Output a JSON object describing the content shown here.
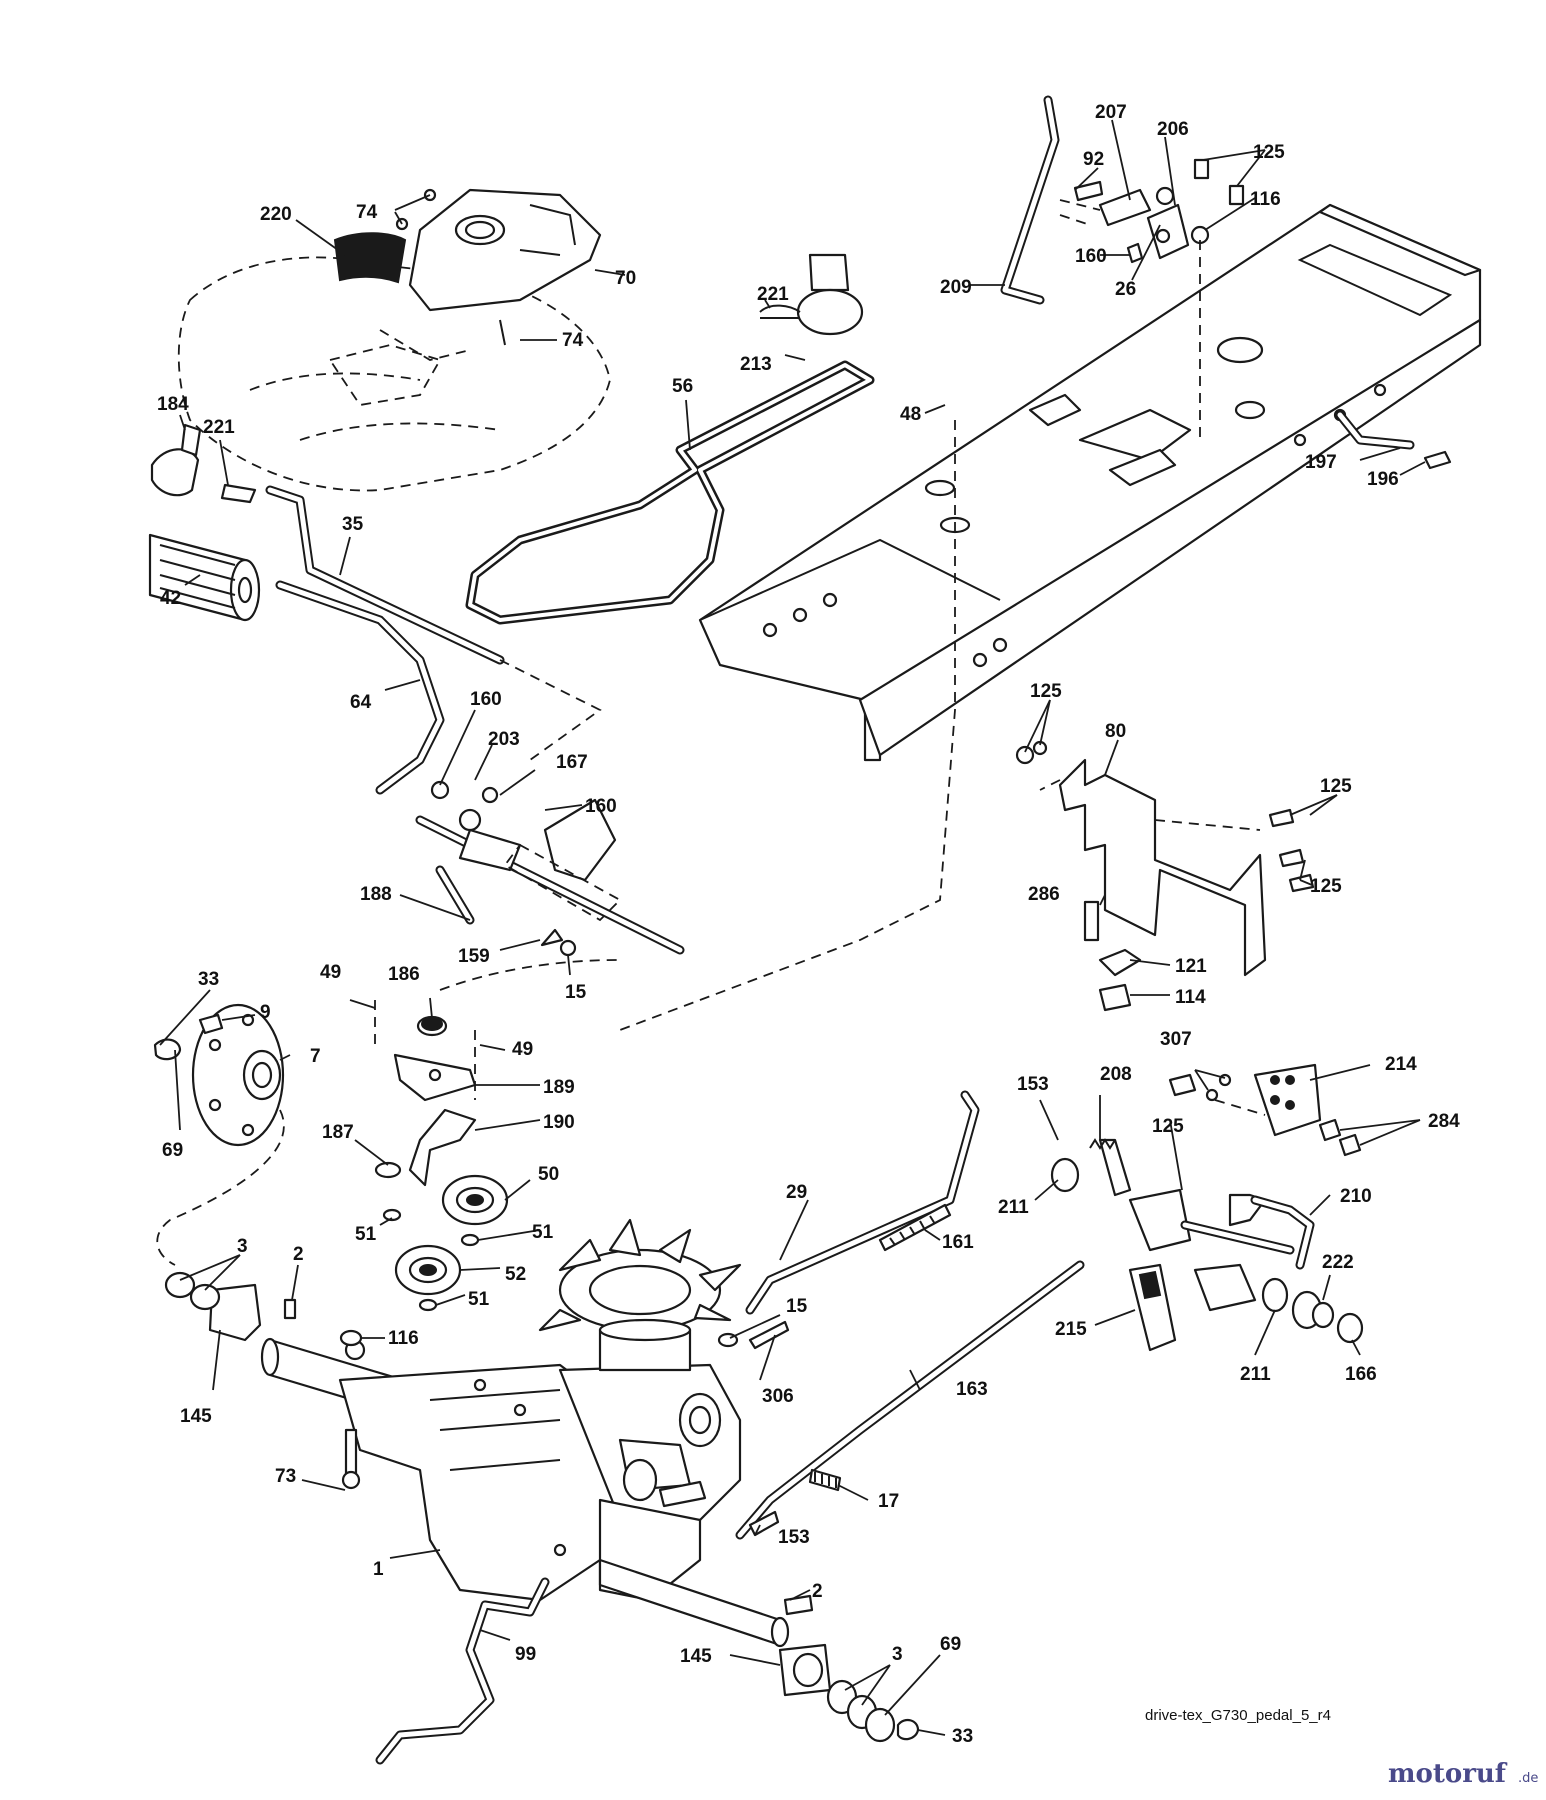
{
  "diagram": {
    "reference_code": "drive-tex_G730_pedal_5_r4",
    "brand": {
      "name": "motoruf",
      "suffix": ".de"
    },
    "callouts": {
      "c220": "220",
      "c74a": "74",
      "c74b": "74",
      "c70": "70",
      "c221a": "221",
      "c213": "213",
      "c56": "56",
      "c184": "184",
      "c221b": "221",
      "c42": "42",
      "c35": "35",
      "c64": "64",
      "c160a": "160",
      "c203": "203",
      "c167": "167",
      "c160b": "160",
      "c188": "188",
      "c159": "159",
      "c15a": "15",
      "c207": "207",
      "c206": "206",
      "c125a": "125",
      "c92": "92",
      "c116a": "116",
      "c160c": "160",
      "c26": "26",
      "c209": "209",
      "c48": "48",
      "c197": "197",
      "c196": "196",
      "c125b": "125",
      "c80": "80",
      "c125c": "125",
      "c125d": "125",
      "c286": "286",
      "c121": "121",
      "c114": "114",
      "c33a": "33",
      "c9": "9",
      "c7": "7",
      "c69a": "69",
      "c49a": "49",
      "c186": "186",
      "c49b": "49",
      "c189": "189",
      "c190": "190",
      "c187": "187",
      "c50": "50",
      "c51a": "51",
      "c51b": "51",
      "c52": "52",
      "c51c": "51",
      "c3a": "3",
      "c2a": "2",
      "c116b": "116",
      "c145a": "145",
      "c73": "73",
      "c1": "1",
      "c99": "99",
      "c2b": "2",
      "c145b": "145",
      "c3b": "3",
      "c69b": "69",
      "c33b": "33",
      "c29": "29",
      "c161": "161",
      "c15b": "15",
      "c306": "306",
      "c163": "163",
      "c17": "17",
      "c153a": "153",
      "c153b": "153",
      "c208": "208",
      "c307": "307",
      "c214": "214",
      "c284": "284",
      "c125e": "125",
      "c211a": "211",
      "c210": "210",
      "c222": "222",
      "c215": "215",
      "c211b": "211",
      "c166": "166"
    }
  }
}
